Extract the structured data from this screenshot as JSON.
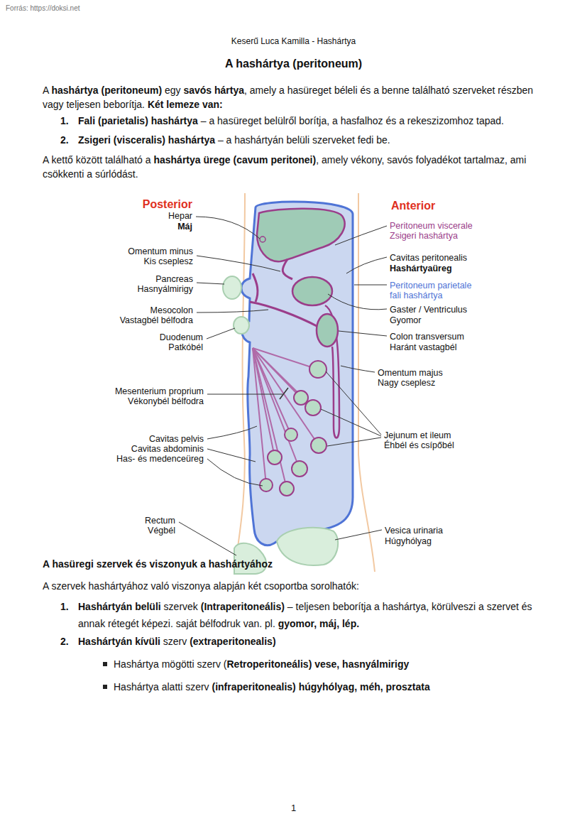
{
  "diagram": {
    "title": "A hashártya (peritoneum)",
    "labels": [
      "Forrás: https://doksi.net",
      "Keserű Luca Kamilla - Hashártya",
      "A ",
      "hashártya (peritoneum)",
      " egy ",
      "savós hártya",
      ", amely a hasüreget béleli és a benne található szerveket részben vagy teljesen beborítja. ",
      "Két lemeze van:",
      "1.",
      "Fali (parietalis) hashártya",
      " – a hasüreget belülről borítja, a hasfalhoz és a rekeszizomhoz tapad.",
      "2.",
      "Zsigeri (visceralis) hashártya",
      " – a hashártyán belüli szerveket fedi be.",
      "A kettő között található a ",
      "hashártya ürege (cavum peritonei)",
      ", amely vékony, savós folyadékot tartalmaz, ami csökkenti a súrlódást.",
      "Posterior",
      "Hepar",
      "Máj",
      "Omentum minus",
      "Kis cseplesz",
      "Pancreas",
      "Hasnyálmirigy",
      "Mesocolon",
      "Vastagbél bélfodra",
      "Duodenum",
      "Patkóbél",
      "Mesenterium proprium",
      "Vékonybél bélfodra",
      "Cavitas pelvis",
      "Cavitas abdominis",
      "Has- és medenceüreg",
      "Rectum",
      "Végbél",
      "Anterior",
      "Peritoneum viscerale",
      "Zsigeri hashártya",
      "Cavitas peritonealis",
      "Hashártyaüreg",
      "Peritoneum parietale",
      "fali hashártya",
      "Gaster / Ventriculus",
      "Gyomor",
      "Colon transversum",
      "Haránt vastagbél",
      "Omentum majus",
      "Nagy cseplesz",
      "Jejunum et ileum",
      "Éhbél és csípőbél",
      "Vesica urinaria",
      "Húgyhólyag",
      "A hasüregi szervek és viszonyuk a hashártyához",
      "A szervek hashártyához való viszonya alapján két csoportba sorolhatók:",
      "1.",
      "Hashártyán belüli",
      " szervek ",
      "(Intraperitoneális)",
      " – teljesen beborítja a hashártya, körülveszi a szervet és annak rétegét képezi. saját bélfodruk van. pl. ",
      "gyomor, máj, lép.",
      "2.",
      "Hashártyán kívüli",
      " szerv ",
      "(extraperitonealis)",
      "Hashártya mögötti szerv (",
      "Retroperitoneális) vese, hasnyálmirigy",
      "Hashártya alatti szerv ",
      "(infraperitonealis) húgyhólyag, méh, prosztata",
      "1"
    ]
  }
}
